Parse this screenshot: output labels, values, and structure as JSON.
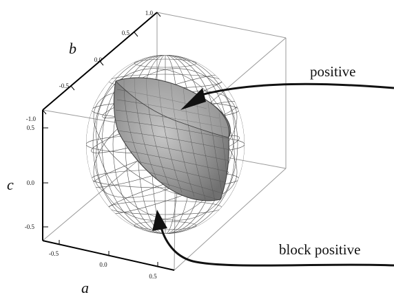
{
  "axes": {
    "a": {
      "label": "a",
      "ticks": [
        "-0.5",
        "0.0",
        "0.5"
      ]
    },
    "b": {
      "label": "b",
      "ticks": [
        "1.0",
        "0.5",
        "0.0",
        "-0.5",
        "-1.0"
      ]
    },
    "c": {
      "label": "c",
      "ticks": [
        "0.5",
        "0.0",
        "-0.5"
      ]
    }
  },
  "callouts": {
    "positive": "positive",
    "block_positive": "block positive"
  },
  "colors": {
    "box": "#9a9a9a",
    "axes": "#000000",
    "wire": "#4a4a4a",
    "surface": "#9b9b9b",
    "arrow": "#111111"
  }
}
